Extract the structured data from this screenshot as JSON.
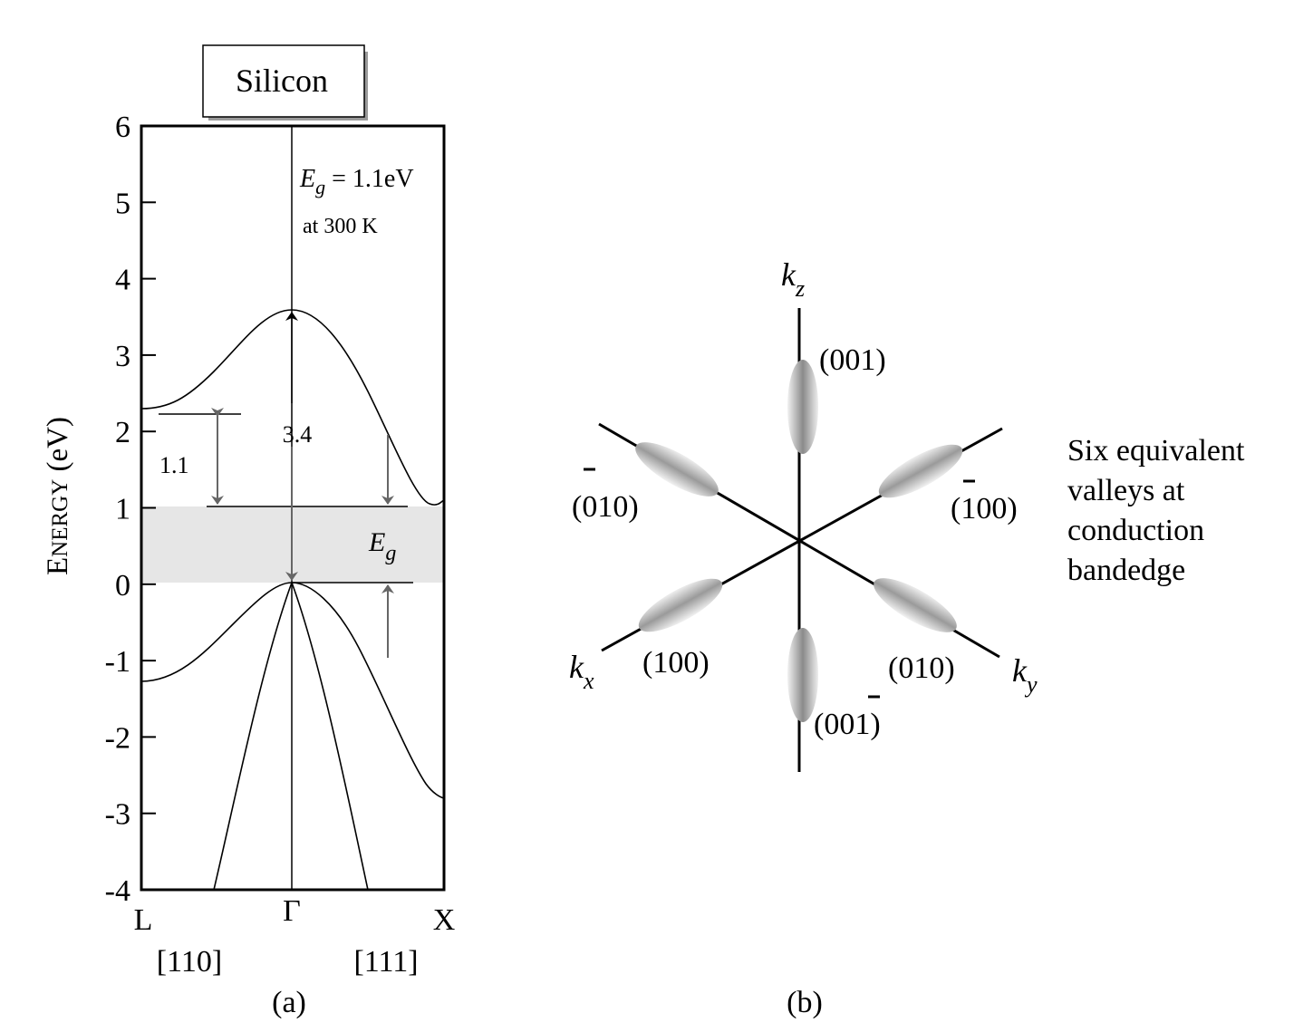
{
  "panel_a": {
    "title": "Silicon",
    "ylabel_first": "E",
    "ylabel_rest": "NERGY",
    "ylabel_unit": " (eV)",
    "eg_symbol": "E",
    "eg_subscript": "g",
    "eg_value": " = 1.1eV",
    "eg_temp": "at 300 K",
    "label_1_1": "1.1",
    "label_3_4": "3.4",
    "eg_band_symbol": "E",
    "eg_band_subscript": "g",
    "x_label_L": "L",
    "x_label_Gamma": "Γ",
    "x_label_X": "X",
    "dir_110": "[110]",
    "dir_111": "[111]",
    "caption": "(a)"
  },
  "panel_b": {
    "kz": "k",
    "kz_sub": "z",
    "kx": "k",
    "kx_sub": "x",
    "ky": "k",
    "ky_sub": "y",
    "v001": "(001)",
    "v0bar10": "(010)",
    "vbar100": "(100)",
    "v100": "(100)",
    "v010": "(010)",
    "v00bar1": "(001)",
    "desc_line1": "Six equivalent",
    "desc_line2": "valleys at",
    "desc_line3": "conduction",
    "desc_line4": "bandedge",
    "caption": "(b)"
  },
  "chart_data": {
    "type": "line",
    "title": "Silicon",
    "xlabel": "",
    "ylabel": "ENERGY (eV)",
    "ylim": [
      -4,
      6
    ],
    "yticks": [
      6,
      5,
      4,
      3,
      2,
      1,
      0,
      -1,
      -2,
      -3,
      -4
    ],
    "xticks": [
      "L",
      "Γ",
      "X"
    ],
    "bandgap_shading": [
      0,
      1
    ],
    "annotations": [
      "Eg = 1.1eV at 300 K",
      "3.4",
      "1.1",
      "Eg"
    ]
  },
  "colors": {
    "ink": "#000000",
    "arrow_gray": "#666666",
    "gap_fill": "#e6e6e6"
  }
}
